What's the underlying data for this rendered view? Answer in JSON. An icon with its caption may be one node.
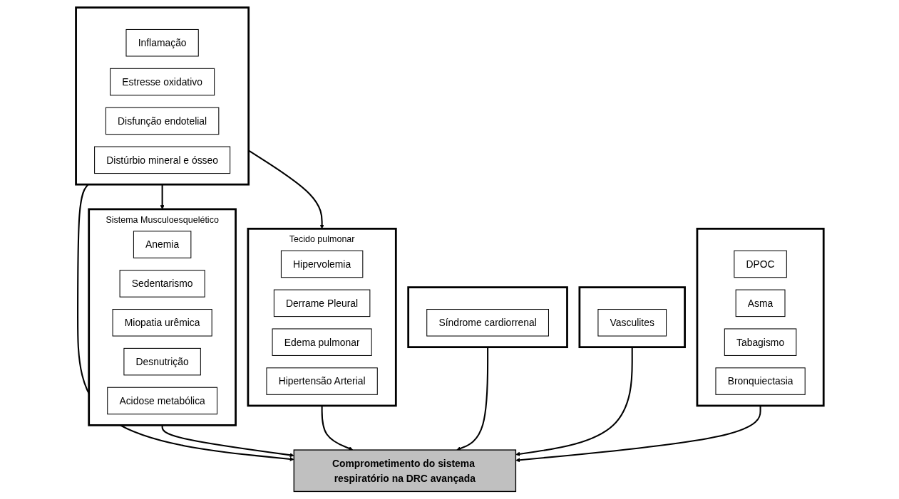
{
  "diagram": {
    "nodes": [
      {
        "text": [],
        "shape": "box"
      },
      {
        "text": [
          "Inflamação"
        ],
        "in": 0
      },
      {
        "text": [
          "Estresse oxidativo"
        ],
        "in": 0
      },
      {
        "text": [
          "Disfunção endotelial"
        ],
        "in": 0
      },
      {
        "text": [
          "Distúrbio mineral e ósseo"
        ],
        "in": 0
      },
      {
        "text": [
          "Sistema Musculoesquelético"
        ]
      },
      {
        "text": [
          "Anemia"
        ],
        "in": 5
      },
      {
        "text": [
          "Sedentarismo"
        ],
        "in": 5
      },
      {
        "text": [
          "Miopatia urêmica"
        ],
        "in": 5
      },
      {
        "text": [
          "Desnutrição"
        ],
        "in": 5
      },
      {
        "text": [
          "Acidose metabólica"
        ],
        "in": 5
      },
      {
        "text": [
          "Tecido pulmonar"
        ]
      },
      {
        "text": [
          "Hipervolemia"
        ],
        "in": 11
      },
      {
        "text": [
          "Derrame Pleural"
        ],
        "in": 11
      },
      {
        "text": [
          "Edema pulmonar"
        ],
        "in": 11
      },
      {
        "text": [
          "Hipertensão Arterial"
        ],
        "in": 11
      },
      {
        "text": [],
        "shape": "box"
      },
      {
        "text": [
          "Síndrome cardiorrenal"
        ],
        "in": 16
      },
      {
        "text": [],
        "shape": "box"
      },
      {
        "text": [
          "Vasculites"
        ],
        "in": 18
      },
      {
        "text": [
          "Comprometimento do sistema respiratório na DRC avançada"
        ]
      },
      {
        "text": [],
        "shape": "box"
      },
      {
        "text": [
          "DPOC"
        ],
        "in": 21
      },
      {
        "text": [
          "Asma"
        ],
        "in": 21
      },
      {
        "text": [
          "Tabagismo"
        ],
        "in": 21
      },
      {
        "text": [
          "Bronquiectasia"
        ],
        "in": 21
      }
    ],
    "edges": [
      {
        "from": 0,
        "to": 5,
        "arrow": "to"
      },
      {
        "from": 0,
        "to": 11,
        "arrow": "to"
      },
      {
        "from": 0,
        "to": 20,
        "arrow": "to"
      },
      {
        "from": 5,
        "to": 20,
        "arrow": "to"
      },
      {
        "from": 11,
        "to": 20,
        "arrow": "to"
      },
      {
        "from": 16,
        "to": 20,
        "arrow": "to"
      },
      {
        "from": 18,
        "to": 20,
        "arrow": "to"
      },
      {
        "from": 21,
        "to": 20,
        "arrow": "to"
      }
    ]
  }
}
